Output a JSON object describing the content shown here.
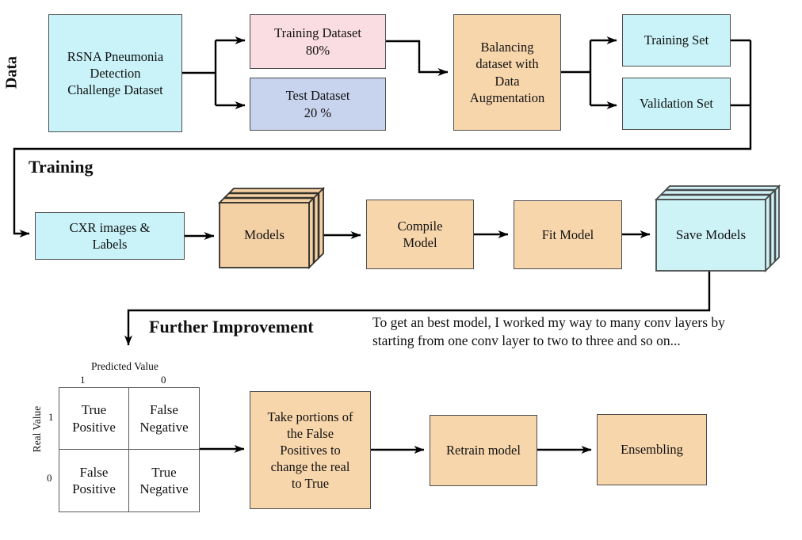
{
  "sections": {
    "data_label": "Data",
    "training_label": "Training",
    "improvement_label": "Further Improvement"
  },
  "boxes": {
    "rsna": "RSNA Pneumonia\nDetection\nChallenge Dataset",
    "training_dataset": "Training Dataset\n80%",
    "test_dataset": "Test Dataset\n20 %",
    "balancing": "Balancing\ndataset with\nData\nAugmentation",
    "training_set": "Training Set",
    "validation_set": "Validation Set",
    "cxr": "CXR images &\nLabels",
    "models": "Models",
    "compile": "Compile\nModel",
    "fit": "Fit Model",
    "save_models": "Save Models",
    "take_portions": "Take portions of\nthe False\nPositives to\nchange the real\nto True",
    "retrain": "Retrain model",
    "ensembling": "Ensembling"
  },
  "note": "To get an best model, I worked my way to many conv layers by starting from one conv layer to two to three and so on...",
  "confusion_matrix": {
    "x_axis_title": "Predicted Value",
    "y_axis_title": "Real Value",
    "col_labels": [
      "1",
      "0"
    ],
    "row_labels": [
      "1",
      "0"
    ],
    "cells": [
      [
        "True\nPositive",
        "False\nNegative"
      ],
      [
        "False\nPositive",
        "True\nNegative"
      ]
    ]
  },
  "colors": {
    "cyan": "#c9f3f8",
    "pink": "#fadde2",
    "lavender": "#c8d3ee",
    "orange": "#f8d6ac",
    "stack_orange": "#f4d0a5",
    "stack_cyan": "#cdf3f7",
    "line": "#000000",
    "border": "#4d4d4d"
  }
}
